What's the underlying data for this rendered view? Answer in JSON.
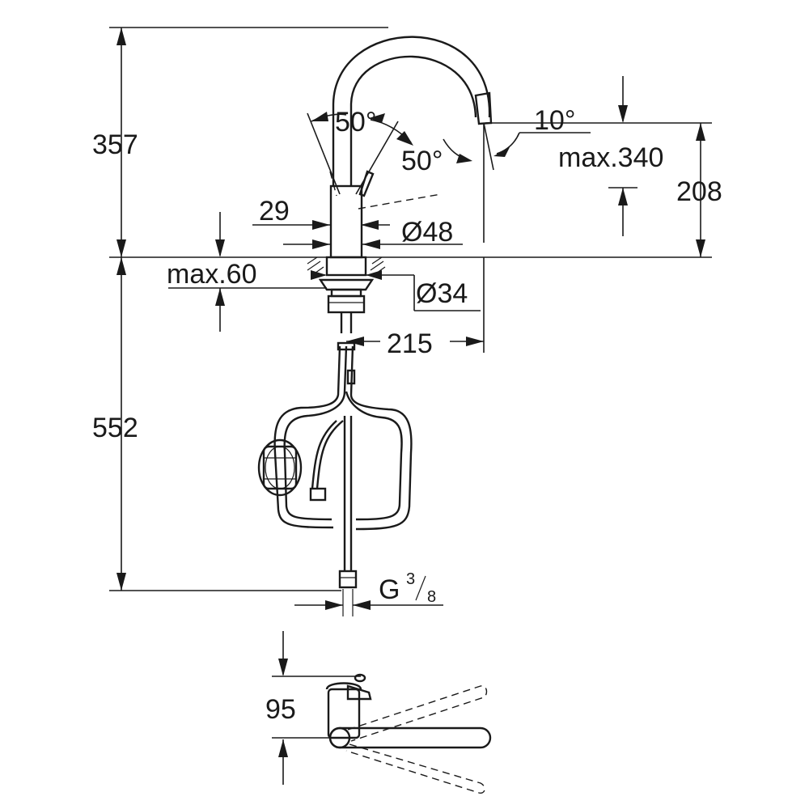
{
  "dimensions": {
    "total_height_above_deck": "357",
    "spout_outlet_height": "208",
    "outlet_clearance": "max.340",
    "below_deck_length": "552",
    "spout_reach": "215",
    "lever_swing_angle_front": "50°",
    "lever_swing_angle_back": "50°",
    "spray_head_angle": "10°",
    "lever_offset": "29",
    "body_diameter": "Ø48",
    "mounting_hole_diameter": "Ø34",
    "max_deck_thickness": "max.60",
    "connection_thread_main": "G",
    "connection_thread_num": "3",
    "connection_thread_den": "8",
    "lever_height_top_view": "95"
  }
}
